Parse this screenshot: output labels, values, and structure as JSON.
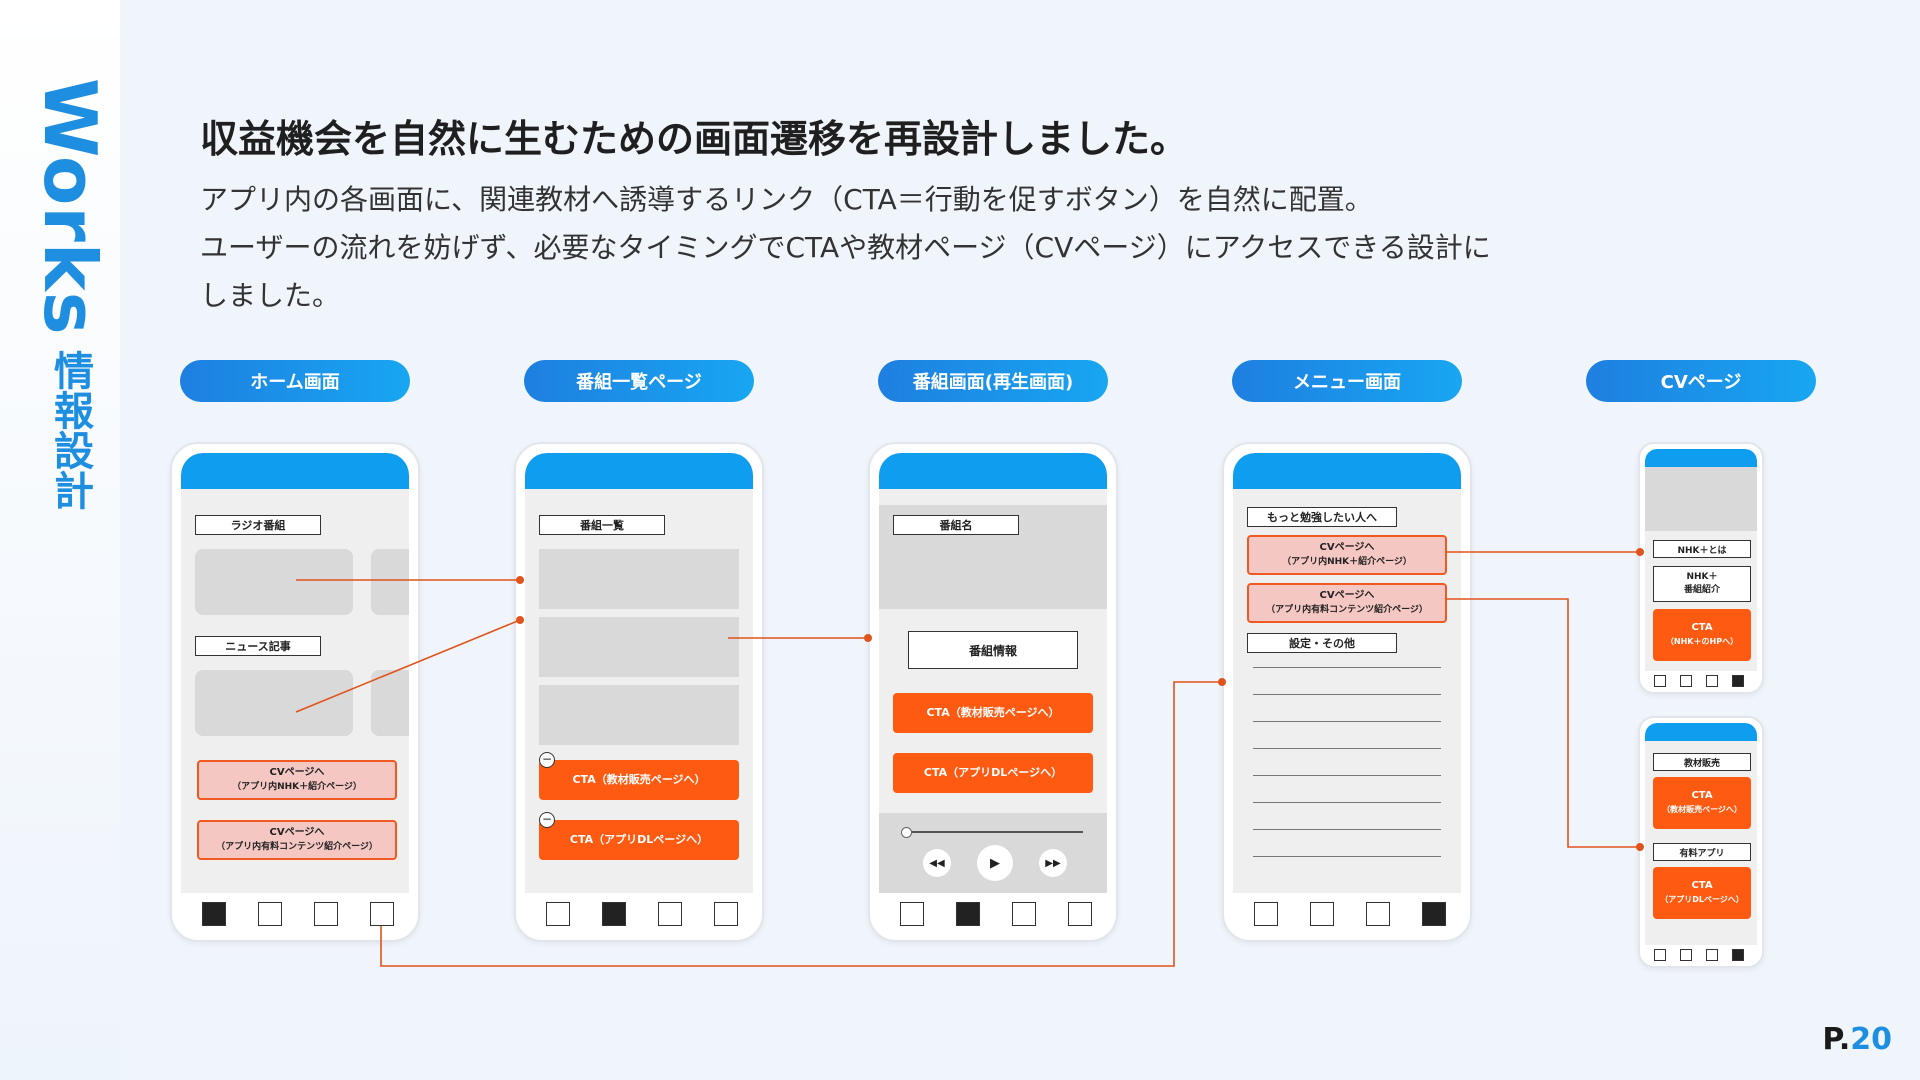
{
  "sidebar": {
    "works": "Works",
    "section": "情報設計"
  },
  "title": "収益機会を自然に生むための画面遷移を再設計しました。",
  "description": [
    "アプリ内の各画面に、関連教材へ誘導するリンク（CTA＝行動を促すボタン）を自然に配置。",
    "ユーザーの流れを妨げず、必要なタイミングでCTAや教材ページ（CVページ）にアクセスできる設計に",
    "しました。"
  ],
  "headers": [
    "ホーム画面",
    "番組一覧ページ",
    "番組画面(再生画面)",
    "メニュー画面",
    "CVページ"
  ],
  "home": {
    "radio": "ラジオ番組",
    "news": "ニュース記事",
    "cv1": "CVページへ",
    "cv1_sub": "（アプリ内NHK＋紹介ページ）",
    "cv2": "CVページへ",
    "cv2_sub": "（アプリ内有料コンテンツ紹介ページ）"
  },
  "list": {
    "label": "番組一覧",
    "cta1": "CTA（教材販売ページへ）",
    "cta2": "CTA（アプリDLページへ）",
    "minus": "−"
  },
  "program": {
    "name": "番組名",
    "info": "番組情報",
    "cta1": "CTA（教材販売ページへ）",
    "cta2": "CTA（アプリDLページへ）",
    "rewind": "◀◀",
    "play": "▶",
    "forward": "▶▶"
  },
  "menu": {
    "study": "もっと勉強したい人へ",
    "cv1": "CVページへ",
    "cv1_sub": "（アプリ内NHK＋紹介ページ）",
    "cv2": "CVページへ",
    "cv2_sub": "（アプリ内有料コンテンツ紹介ページ）",
    "settings": "設定・その他"
  },
  "cv_top": {
    "nhk": "NHK＋とは",
    "intro1": "NHK＋",
    "intro2": "番組紹介",
    "cta": "CTA",
    "cta_sub": "（NHK＋のHPへ）"
  },
  "cv_bottom": {
    "sales": "教材販売",
    "cta1": "CTA",
    "cta1_sub": "（教材販売ページへ）",
    "paid": "有料アプリ",
    "cta2": "CTA",
    "cta2_sub": "（アプリDLページへ）"
  },
  "page_prefix": "P.",
  "page_number": "20",
  "colors": {
    "accent": "#1e8fe0",
    "cta": "#ff5a12",
    "cv_fill": "#f4c7c2",
    "connector": "#e0531b"
  }
}
